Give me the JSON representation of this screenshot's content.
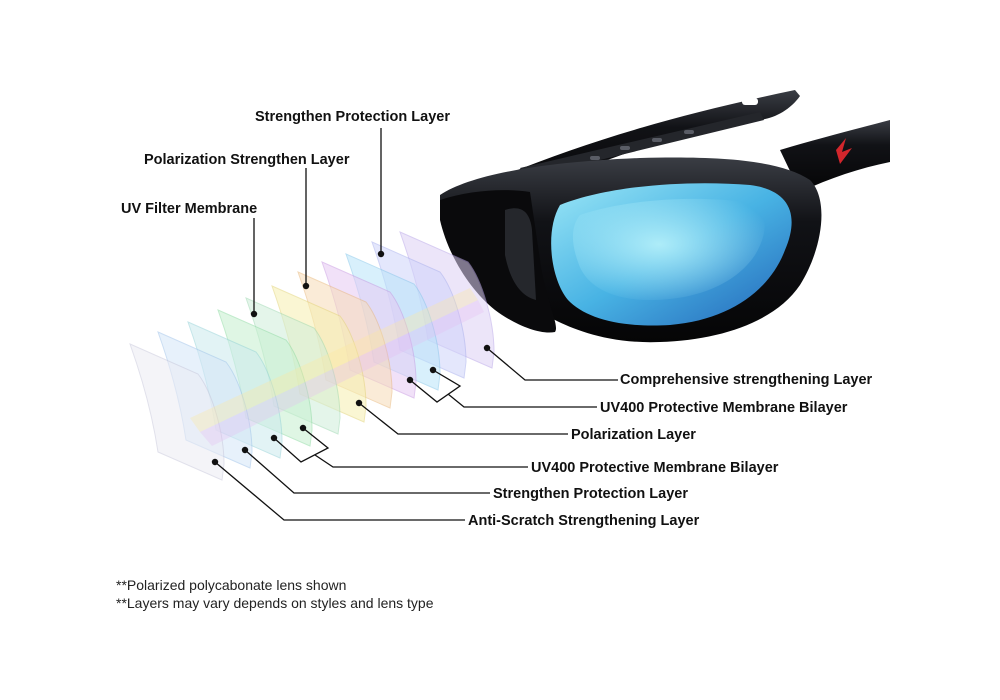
{
  "labels": {
    "top": [
      "Strengthen Protection Layer",
      "Polarization Strengthen Layer",
      "UV Filter Membrane"
    ],
    "right": [
      "Comprehensive strengthening Layer",
      "UV400 Protective Membrane Bilayer",
      "Polarization Layer",
      "UV400 Protective Membrane Bilayer",
      "Strengthen Protection Layer",
      "Anti-Scratch Strengthening Layer"
    ]
  },
  "notes": [
    "**Polarized polycabonate lens shown",
    "**Layers may vary depends on styles and lens type"
  ],
  "colors": {
    "frame": "#0d0d0f",
    "lens_light": "#8fe0f5",
    "lens_mid": "#3aa7dd",
    "lens_dark": "#1f5fb0",
    "logo_red": "#d3262c",
    "leader": "#111111"
  }
}
